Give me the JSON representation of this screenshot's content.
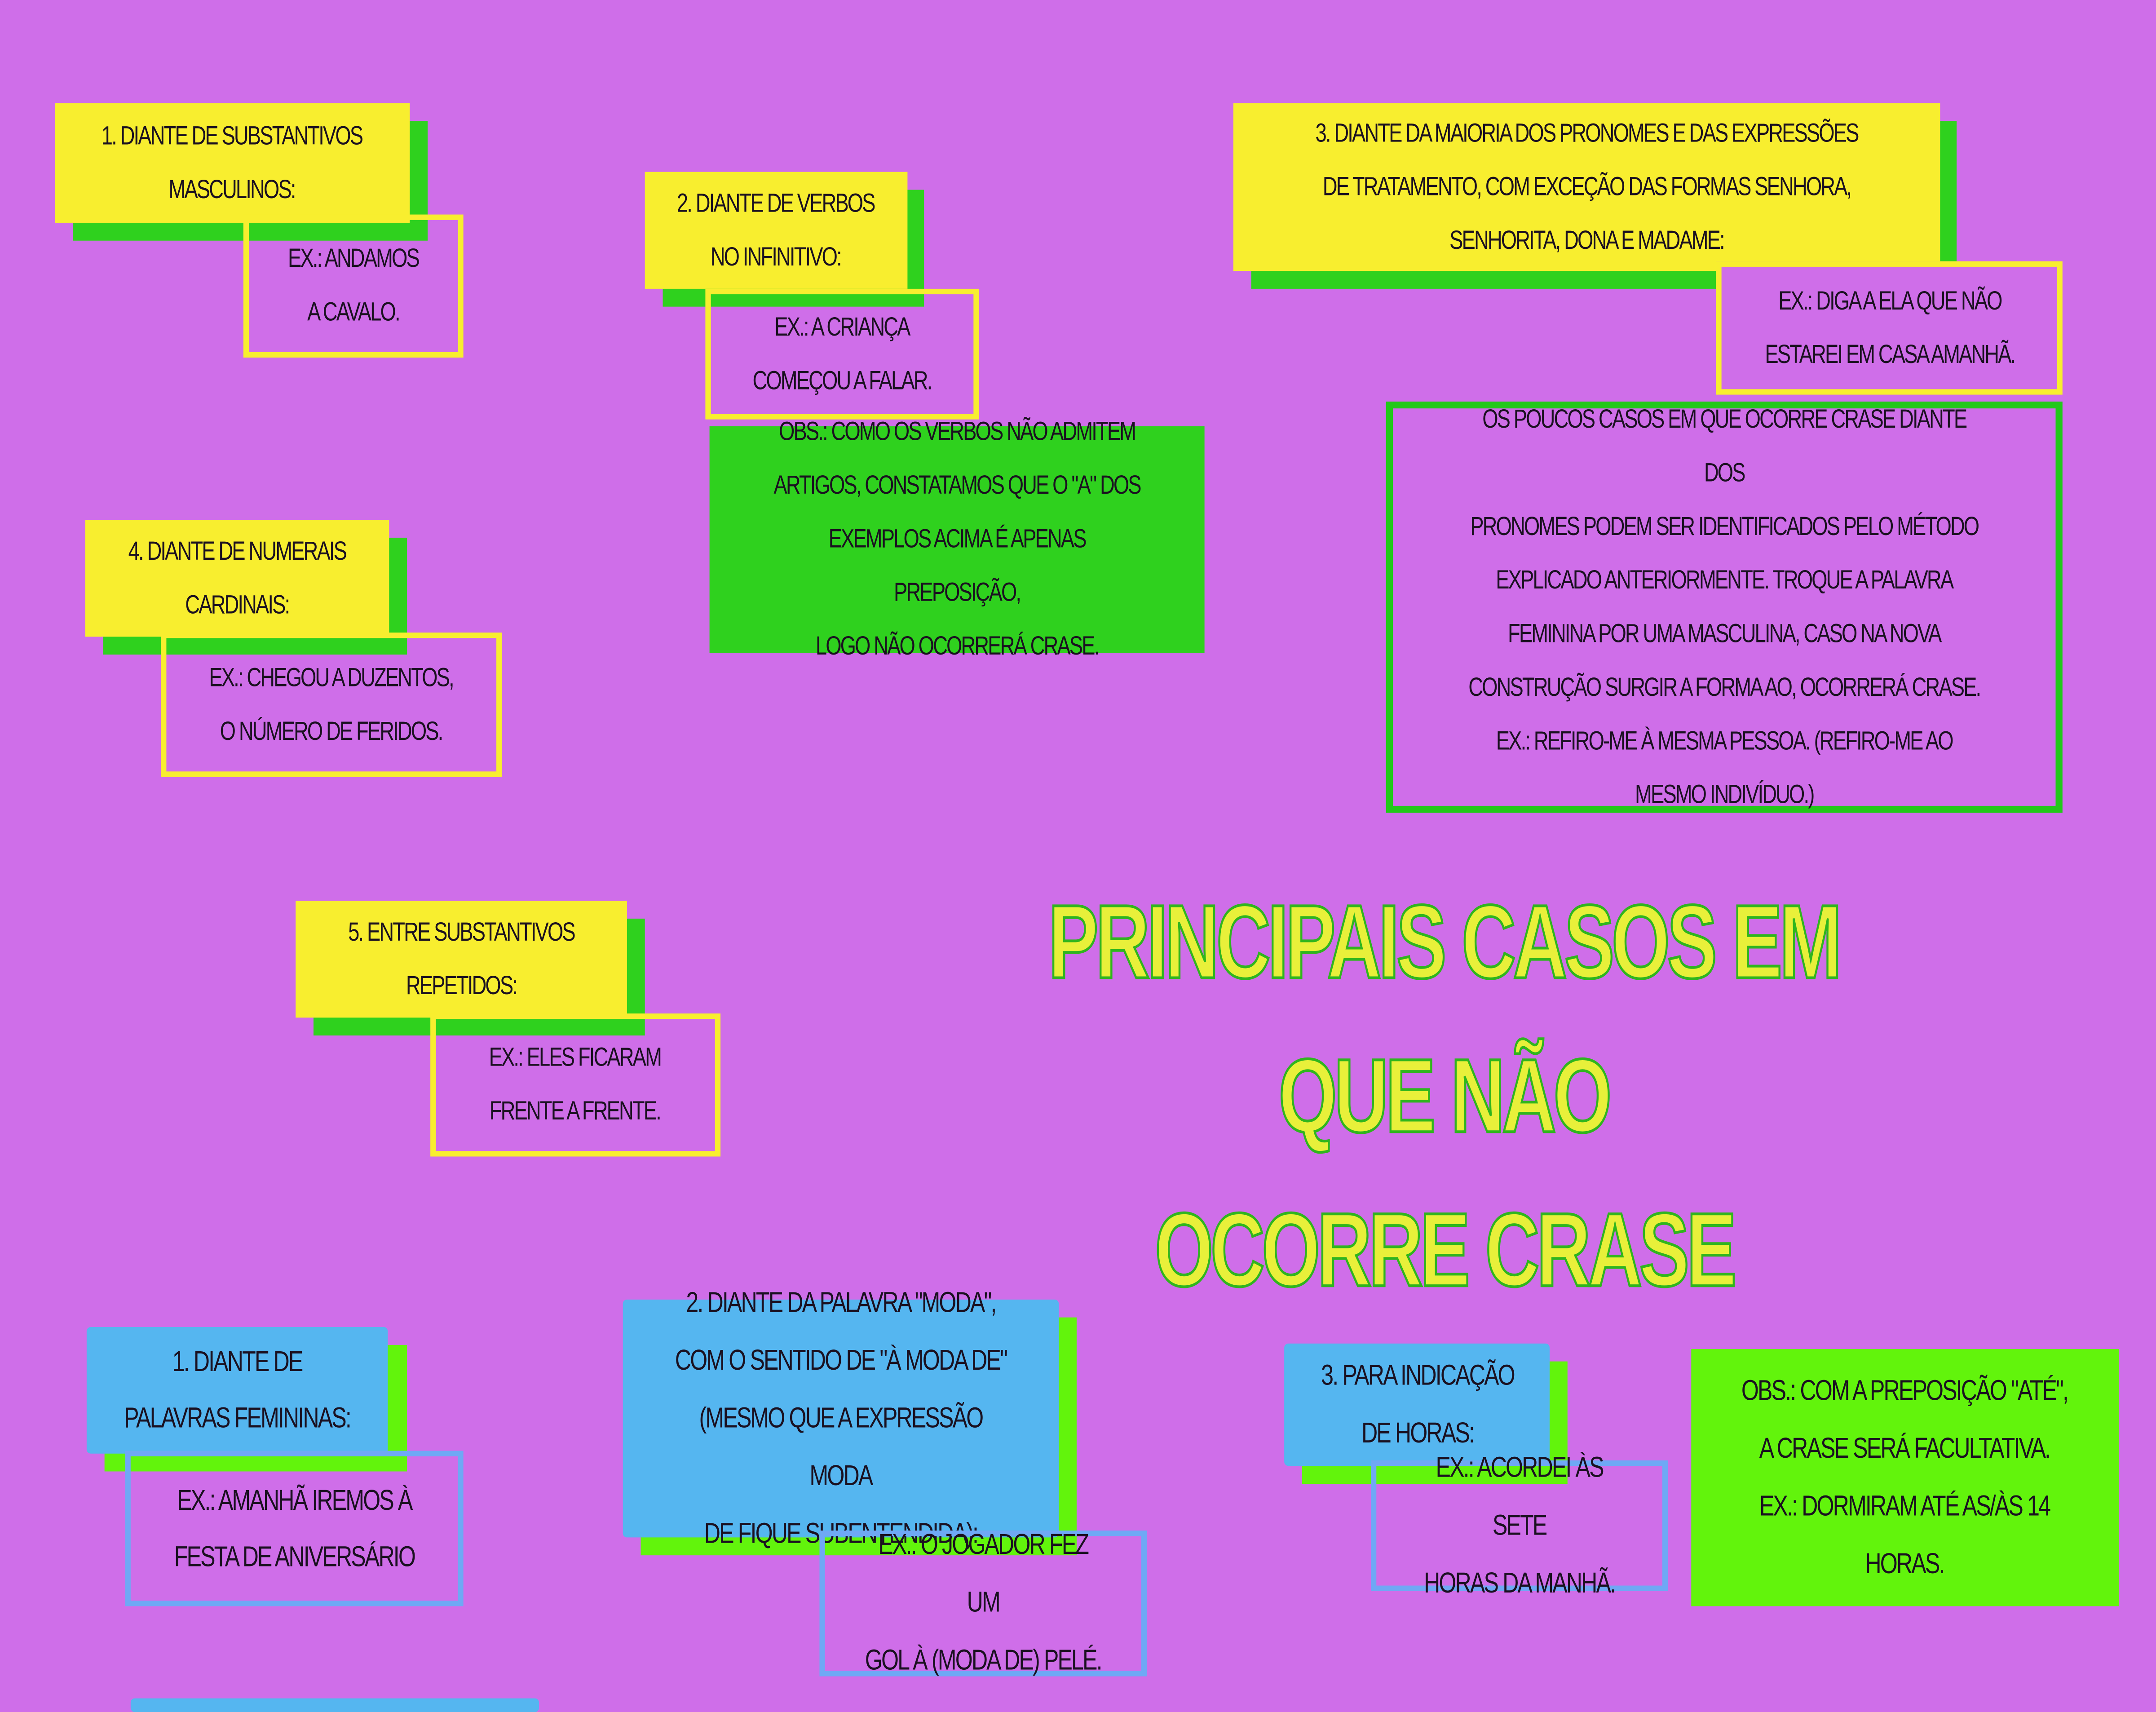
{
  "title": {
    "line1": "PRINCIPAIS CASOS EM QUE NÃO",
    "line2": "OCORRE CRASE"
  },
  "colors": {
    "background": "#cf6ee9",
    "yellow": "#f8ee2f",
    "green": "#2fd11e",
    "blue": "#55b6f0",
    "lime": "#62f40c"
  },
  "cases": [
    {
      "heading": "1. DIANTE DE SUBSTANTIVOS\nMASCULINOS:",
      "example": "EX.: ANDAMOS\nA CAVALO."
    },
    {
      "heading": "2. DIANTE DE VERBOS\nNO INFINITIVO:",
      "example": "EX.: A CRIANÇA\nCOMEÇOU A FALAR.",
      "note": "OBS.: COMO OS VERBOS NÃO ADMITEM\nARTIGOS, CONSTATAMOS QUE O \"A\" DOS\nEXEMPLOS ACIMA É APENAS PREPOSIÇÃO,\nLOGO NÃO OCORRERÁ CRASE."
    },
    {
      "heading": "3. DIANTE DA MAIORIA DOS PRONOMES E DAS EXPRESSÕES\nDE TRATAMENTO, COM EXCEÇÃO DAS FORMAS SENHORA,\nSENHORITA, DONA E MADAME:",
      "example": "EX.: DIGA A ELA QUE NÃO\nESTAREI EM CASA AMANHÃ.",
      "note": "OS POUCOS CASOS EM QUE OCORRE CRASE DIANTE DOS\nPRONOMES PODEM SER IDENTIFICADOS PELO MÉTODO\nEXPLICADO ANTERIORMENTE. TROQUE A PALAVRA\nFEMININA POR UMA MASCULINA, CASO NA NOVA\nCONSTRUÇÃO SURGIR A FORMA AO, OCORRERÁ CRASE.\nEX.: REFIRO-ME À MESMA PESSOA. (REFIRO-ME AO\nMESMO INDIVÍDUO.)"
    },
    {
      "heading": "4. DIANTE DE NUMERAIS\nCARDINAIS:",
      "example": "EX.: CHEGOU A DUZENTOS,\nO NÚMERO DE FERIDOS."
    },
    {
      "heading": "5. ENTRE SUBSTANTIVOS\nREPETIDOS:",
      "example": "EX.: ELES FICARAM\nFRENTE A FRENTE."
    }
  ],
  "optional_cases": [
    {
      "heading": "1. DIANTE DE\nPALAVRAS FEMININAS:",
      "example": "EX.: AMANHÃ IREMOS À\nFESTA DE ANIVERSÁRIO"
    },
    {
      "heading": "2. DIANTE DA PALAVRA \"MODA\",\nCOM O SENTIDO DE \"À MODA DE\"\n(MESMO QUE A EXPRESSÃO MODA\nDE FIQUE SUBENTENDIDA):",
      "example": "EX.: O JOGADOR FEZ UM\nGOL À (MODA DE) PELÉ."
    },
    {
      "heading": "3. PARA INDICAÇÃO\nDE HORAS:",
      "example": "EX.: ACORDEI ÀS SETE\nHORAS DA MANHÃ.",
      "note": "OBS.: COM A PREPOSIÇÃO \"ATÉ\",\nA CRASE SERÁ FACULTATIVA.\nEX.: DORMIRAM ATÉ AS/ÀS 14\nHORAS."
    }
  ]
}
